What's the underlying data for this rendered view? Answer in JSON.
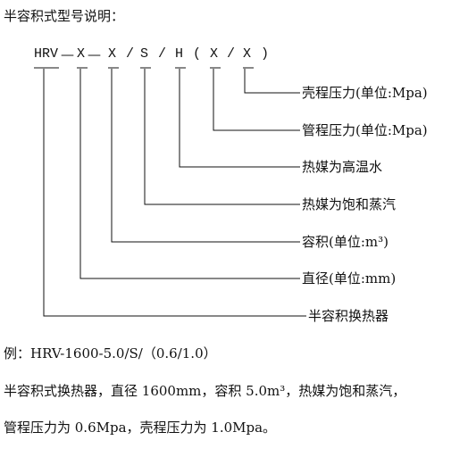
{
  "title": "半容积式型号说明：",
  "code": {
    "prefix": "HRV",
    "dash1": "—",
    "x1": "X",
    "dash2": "—",
    "x2": "X",
    "slash1": "/",
    "s": "S",
    "slash2": "/",
    "h": "H",
    "lparen": "(",
    "x3": "X",
    "slash3": "/",
    "x4": "X",
    "rparen": ")"
  },
  "labels": [
    "壳程压力(单位:Mpa)",
    "管程压力(单位:Mpa)",
    "热媒为高温水",
    "热媒为饱和蒸汽",
    "容积(单位:m³)",
    "直径(单位:mm)",
    "半容积换热器"
  ],
  "example": {
    "line1": "例：HRV-1600-5.0/S/（0.6/1.0）",
    "line2": "半容积式换热器，直径 1600mm，容积 5.0m³，热媒为饱和蒸汽，",
    "line3": "管程压力为 0.6Mpa，壳程压力为 1.0Mpa。"
  }
}
